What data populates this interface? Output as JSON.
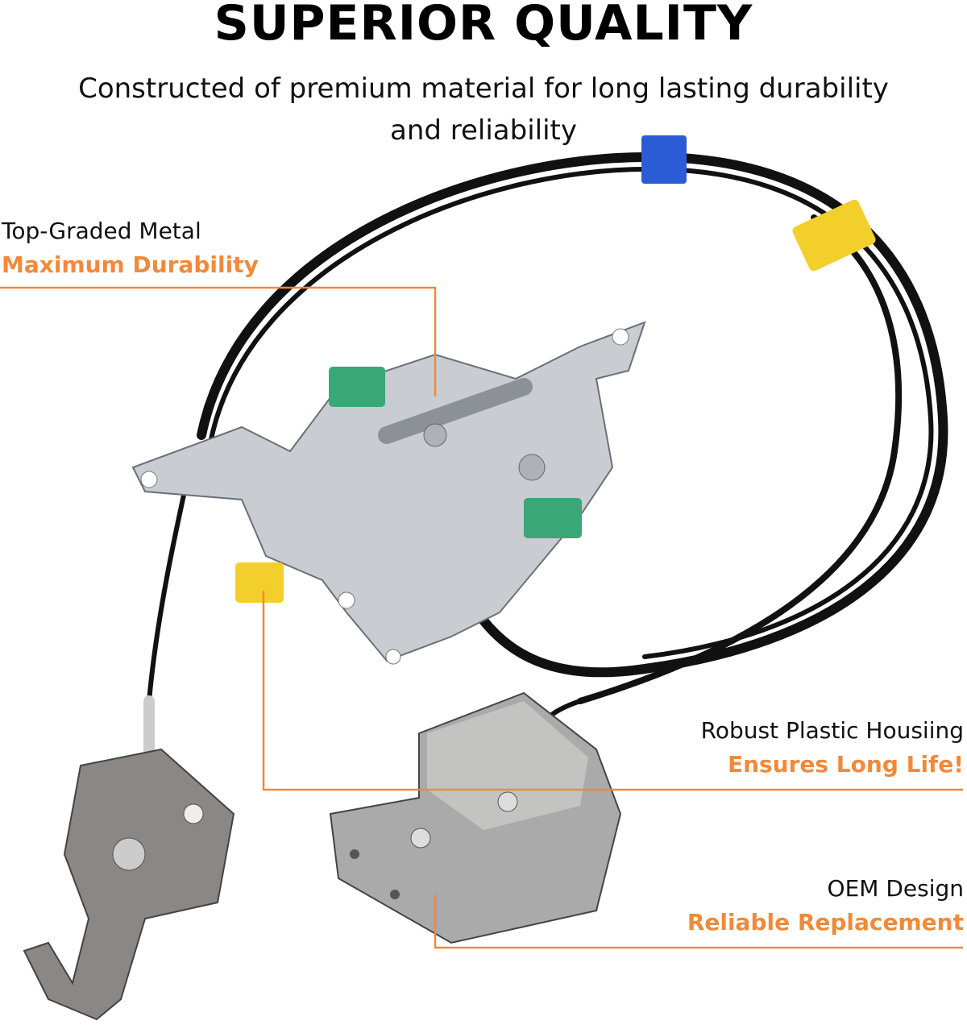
{
  "header": {
    "title": "SUPERIOR QUALITY",
    "subtitle": "Constructed of premium material for long lasting durability and reliability"
  },
  "callouts": [
    {
      "heading": "Top-Graded Metal",
      "highlight": "Maximum Durability"
    },
    {
      "heading": "Robust Plastic Housiing",
      "highlight": "Ensures Long Life!"
    },
    {
      "heading": "OEM Design",
      "highlight": "Reliable Replacement"
    }
  ],
  "colors": {
    "accent": "#f08a3a",
    "text": "#111111",
    "cable": "#111111",
    "metal": "#c9ccd1",
    "clip_green": "#3aa777",
    "clip_yellow": "#f2cf2a",
    "tape_blue": "#2c5bd6"
  }
}
